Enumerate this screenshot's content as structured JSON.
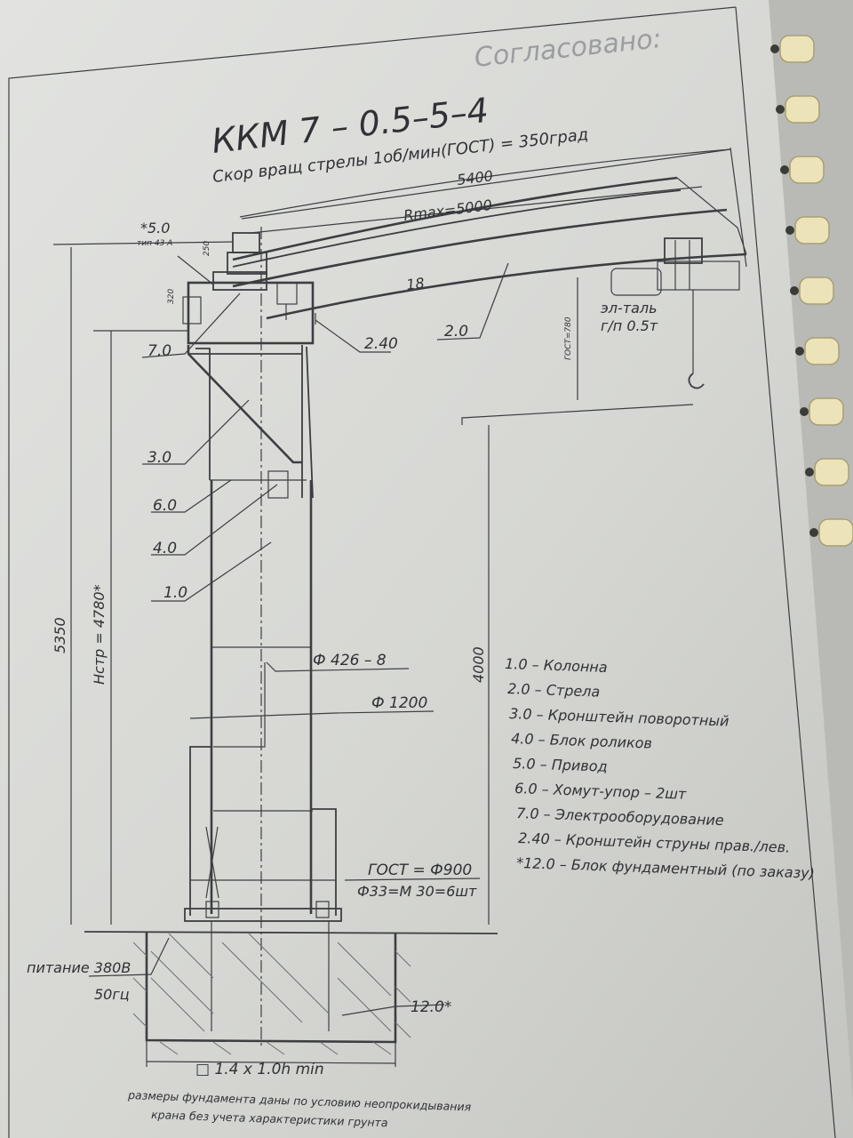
{
  "approved_stamp": "Согласовано:",
  "title": "ККМ 7 – 0.5–5–4",
  "subtitle": "Скор вращ стрелы 1об/мин(ГОСТ) = 350град",
  "dimensions": {
    "boom_length": "5400",
    "rmax": "Rmax=5000",
    "boom_section": "18",
    "star_top": "*5.0",
    "tiny_label": "тип 43 А",
    "d250": "250",
    "d320": "320",
    "gost780": "ГОСТ=780",
    "total_height": "5350",
    "hook_height": "Нстр = 4780*",
    "clear_height": "4000",
    "pipe": "Ф 426 – 8",
    "base_diameter": "Ф 1200",
    "bolt_circle": "ГОСТ = Ф900",
    "bolts": "Ф33=М 30=6шт",
    "foundation": "□ 1.4 x 1.0h min"
  },
  "callouts": {
    "c7": "7.0",
    "c3": "3.0",
    "c6": "6.0",
    "c4": "4.0",
    "c1": "1.0",
    "c240": "2.40",
    "c2": "2.0",
    "c12": "12.0*"
  },
  "hoist": {
    "line1": "эл-таль",
    "line2": "г/п 0.5т"
  },
  "power": {
    "line1": "питание 380В",
    "line2": "50гц"
  },
  "legend": [
    "1.0 – Колонна",
    "2.0 – Стрела",
    "3.0 – Кронштейн поворотный",
    "4.0 – Блок роликов",
    "5.0 – Привод",
    "6.0 – Хомут-упор – 2шт",
    "7.0 – Электрооборудование",
    "2.40 – Кронштейн струны прав./лев.",
    "*12.0 – Блок фундаментный (по заказу)"
  ],
  "footnote": {
    "line1": "размеры фундамента даны по условию неопрокидывания",
    "line2": "крана без учета характеристики грунта"
  }
}
